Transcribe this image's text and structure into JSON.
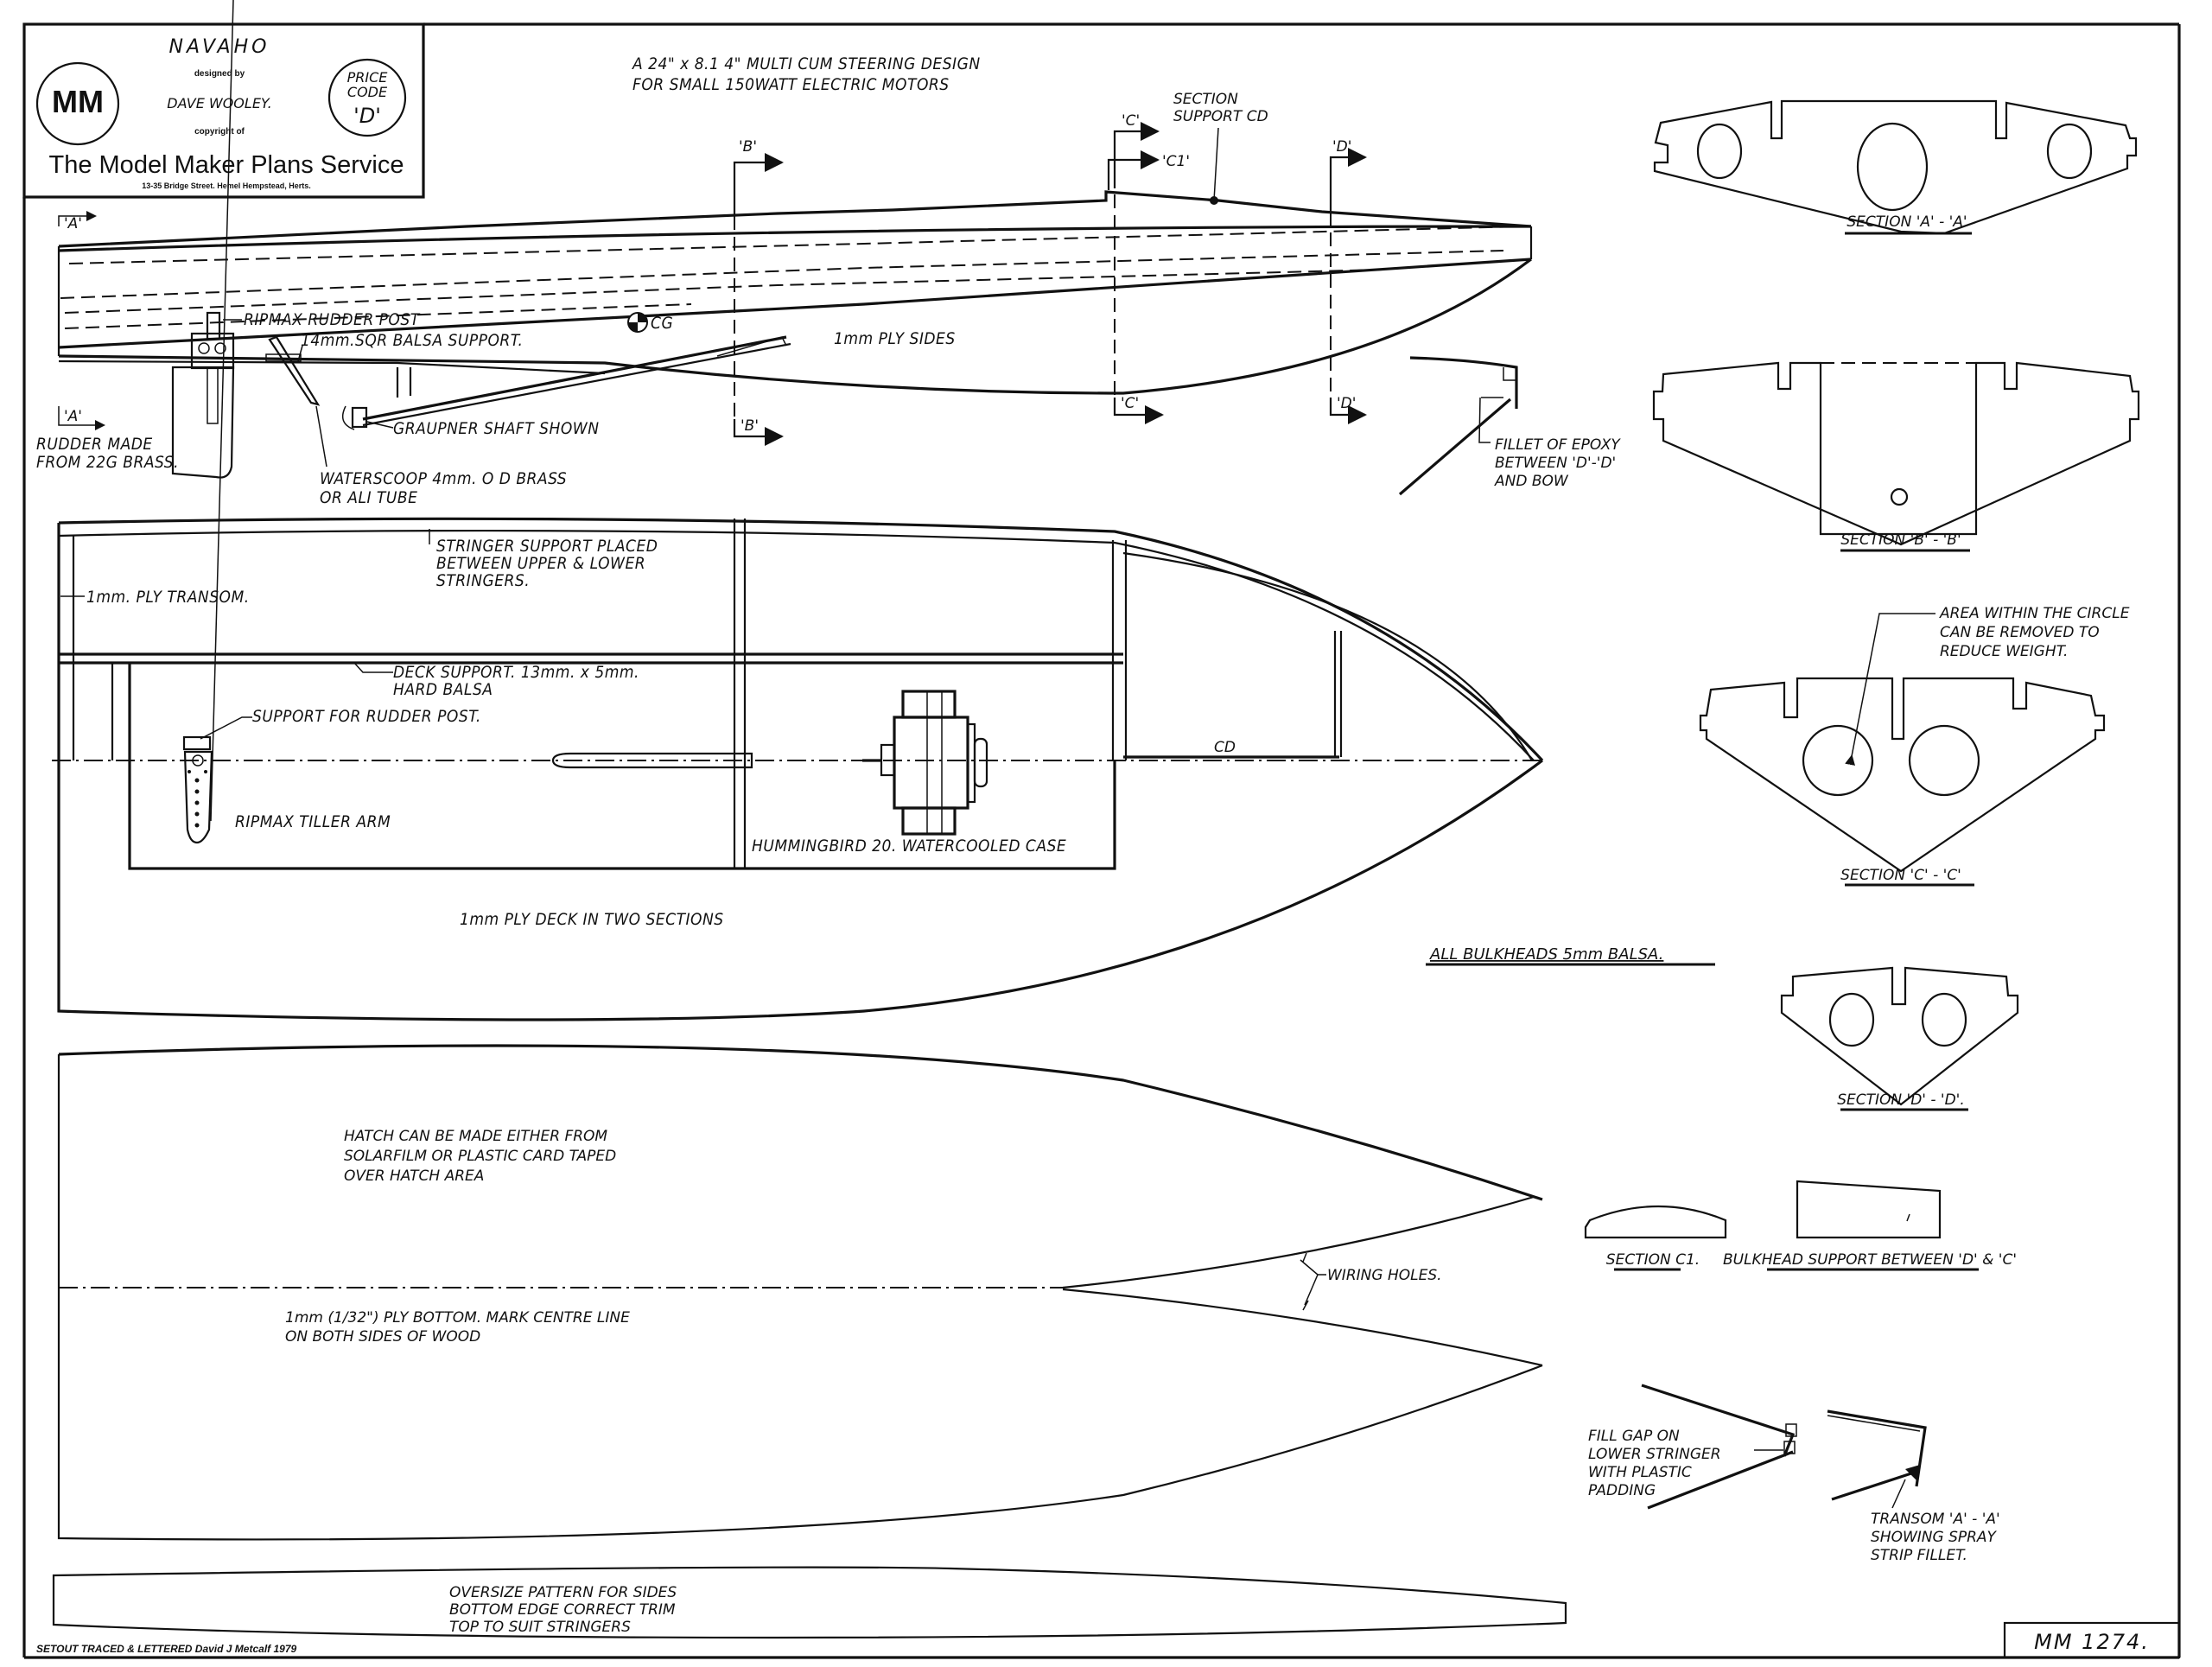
{
  "title_block": {
    "model_name": "NAVAHO",
    "designed_by_label": "designed   by",
    "designer": "DAVE WOOLEY.",
    "copyright_label": "copyright    of",
    "service_name": "The Model Maker Plans Service",
    "address": "13-35  Bridge  Street.   Hemel   Hempstead,  Herts.",
    "logo_text": "MM",
    "price_label_1": "PRICE",
    "price_label_2": "CODE",
    "price_code": "'D'"
  },
  "description": {
    "line1": "A 24\" x 8.1 4\"  MULTI  CUM  STEERING  DESIGN",
    "line2": "FOR  SMALL  150WATT  ELECTRIC  MOTORS"
  },
  "side_view": {
    "section_markers": {
      "a": "'A'",
      "b": "'B'",
      "c": "'C'",
      "c1": "'C1'",
      "d": "'D'"
    },
    "section_support_cd": [
      "SECTION",
      "SUPPORT CD"
    ],
    "rudder_post": "RIPMAX  RUDDER  POST",
    "balsa_support": "14mm.SQR  BALSA  SUPPORT.",
    "cg": "CG",
    "ply_sides": "1mm  PLY  SIDES",
    "shaft": "GRAUPNER  SHAFT  SHOWN",
    "rudder": [
      "RUDDER  MADE",
      "FROM  22G  BRASS."
    ],
    "waterscoop": [
      "WATERSCOOP   4mm. O D  BRASS",
      "OR  ALI  TUBE"
    ],
    "fillet": [
      "FILLET  OF  EPOXY",
      "BETWEEN  'D'-'D'",
      "AND  BOW"
    ]
  },
  "plan_view": {
    "stringer_support": [
      "STRINGER  SUPPORT  PLACED",
      "BETWEEN  UPPER  &  LOWER",
      "STRINGERS."
    ],
    "transom": "1mm.  PLY  TRANSOM.",
    "deck_support": [
      "DECK  SUPPORT.  13mm. x 5mm.",
      "HARD  BALSA"
    ],
    "rudder_support": "SUPPORT  FOR  RUDDER  POST.",
    "tiller": "RIPMAX  TILLER  ARM",
    "motor": "HUMMINGBIRD  20.  WATERCOOLED  CASE",
    "cd": "CD",
    "deck": "1mm  PLY  DECK  IN  TWO  SECTIONS"
  },
  "bulkheads_note": "ALL  BULKHEADS  5mm  BALSA.",
  "sections": {
    "aa": "SECTION  'A' - 'A'",
    "bb": "SECTION  'B' - 'B'",
    "cc": "SECTION  'C' - 'C'",
    "dd": "SECTION  'D' - 'D'.",
    "c1": "SECTION  C1.",
    "bulkhead_support": "BULKHEAD  SUPPORT  BETWEEN  'D' & 'C'",
    "cc_note": [
      "AREA  WITHIN  THE  CIRCLE",
      "CAN  BE  REMOVED  TO",
      "REDUCE  WEIGHT."
    ]
  },
  "bottom_view": {
    "hatch": [
      "HATCH  CAN  BE  MADE  EITHER  FROM",
      "SOLARFILM  OR  PLASTIC  CARD  TAPED",
      "OVER  HATCH  AREA"
    ],
    "wiring": "WIRING  HOLES.",
    "bottom": [
      "1mm  (1/32\")  PLY  BOTTOM.  MARK  CENTRE  LINE",
      "ON  BOTH  SIDES  OF  WOOD"
    ]
  },
  "details": {
    "fill_gap": [
      "FILL  GAP  ON",
      "LOWER  STRINGER",
      "WITH  PLASTIC",
      "PADDING"
    ],
    "transom_detail": [
      "TRANSOM  'A' - 'A'",
      "SHOWING  SPRAY",
      "STRIP  FILLET."
    ]
  },
  "side_pattern": [
    "OVERSIZE   PATTERN  FOR  SIDES",
    "BOTTOM  EDGE  CORRECT  TRIM",
    "TOP  TO  SUIT  STRINGERS"
  ],
  "credit": "SETOUT  TRACED  &  LETTERED  David  J  Metcalf  1979",
  "drawing_number": "MM 1274."
}
